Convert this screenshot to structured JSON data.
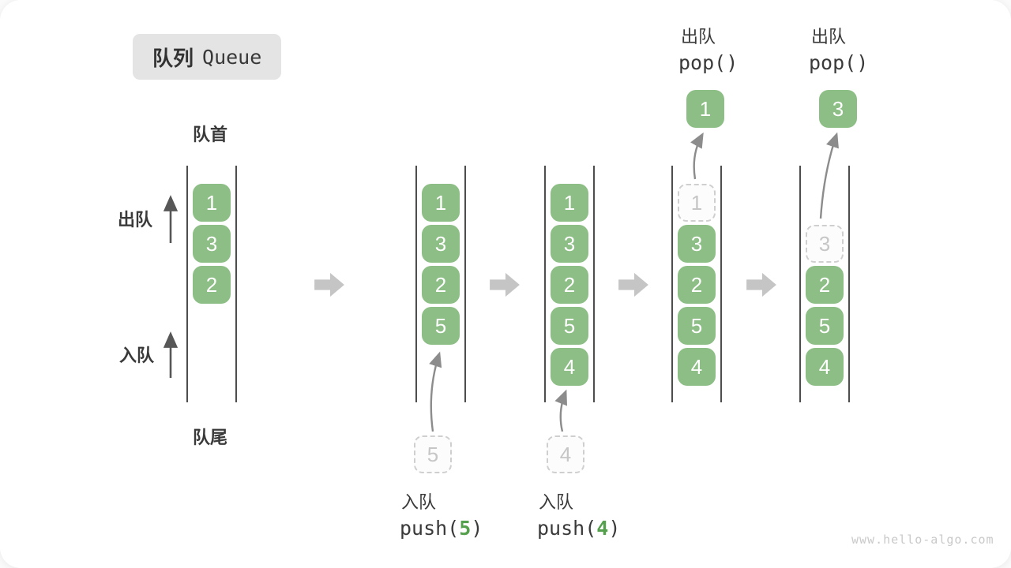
{
  "title": {
    "zh": "队列",
    "en": "Queue"
  },
  "side_labels": {
    "front": "队首",
    "rear": "队尾",
    "dequeue": "出队",
    "enqueue": "入队"
  },
  "watermark": "www.hello-algo.com",
  "colors": {
    "box_green": "#8cbe85",
    "accent_green": "#55a04c",
    "dashed_border": "#cfcfcf",
    "dashed_text": "#c6c6c6",
    "flow_arrow_gray": "#8c8c8c",
    "side_arrow_gray": "#575757",
    "block_arrow_gray": "#c5c5c5",
    "badge_bg": "#e4e4e4",
    "label_dark": "#3a3a3a"
  },
  "queues": [
    {
      "name": "state-initial",
      "start_row": 0,
      "cells": [
        {
          "value": "1",
          "style": "solid"
        },
        {
          "value": "3",
          "style": "solid"
        },
        {
          "value": "2",
          "style": "solid"
        }
      ]
    },
    {
      "name": "state-enqueue-5",
      "start_row": 0,
      "cells": [
        {
          "value": "1",
          "style": "solid"
        },
        {
          "value": "3",
          "style": "solid"
        },
        {
          "value": "2",
          "style": "solid"
        },
        {
          "value": "5",
          "style": "solid"
        }
      ],
      "below_cell": {
        "value": "5",
        "style": "dashed"
      },
      "caption": {
        "line1": "入队",
        "op_open": "push(",
        "arg": "5",
        "op_close": ")"
      }
    },
    {
      "name": "state-enqueue-4",
      "start_row": 0,
      "cells": [
        {
          "value": "1",
          "style": "solid"
        },
        {
          "value": "3",
          "style": "solid"
        },
        {
          "value": "2",
          "style": "solid"
        },
        {
          "value": "5",
          "style": "solid"
        },
        {
          "value": "4",
          "style": "solid"
        }
      ],
      "below_cell": {
        "value": "4",
        "style": "dashed"
      },
      "caption": {
        "line1": "入队",
        "op_open": "push(",
        "arg": "4",
        "op_close": ")"
      }
    },
    {
      "name": "state-dequeue-1",
      "start_row": 0,
      "cells": [
        {
          "value": "1",
          "style": "dashed"
        },
        {
          "value": "3",
          "style": "solid"
        },
        {
          "value": "2",
          "style": "solid"
        },
        {
          "value": "5",
          "style": "solid"
        },
        {
          "value": "4",
          "style": "solid"
        }
      ],
      "above_cell": {
        "value": "1",
        "style": "solid"
      },
      "header": {
        "line1": "出队",
        "line2": "pop()"
      }
    },
    {
      "name": "state-dequeue-3",
      "start_row": 1,
      "cells": [
        {
          "value": "3",
          "style": "dashed"
        },
        {
          "value": "2",
          "style": "solid"
        },
        {
          "value": "5",
          "style": "solid"
        },
        {
          "value": "4",
          "style": "solid"
        }
      ],
      "above_cell": {
        "value": "3",
        "style": "solid"
      },
      "header": {
        "line1": "出队",
        "line2": "pop()"
      }
    }
  ]
}
